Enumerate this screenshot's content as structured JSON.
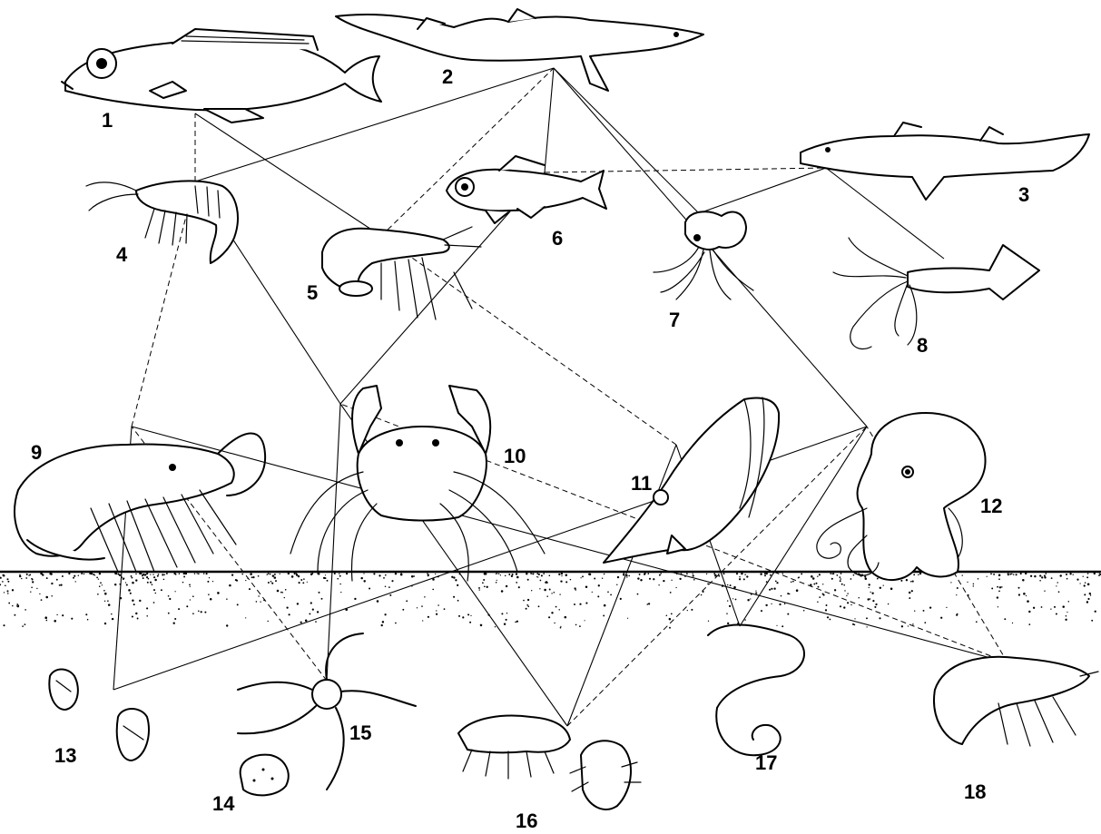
{
  "diagram": {
    "organisms": [
      {
        "id": "1",
        "label": "1",
        "kind": "fish-1"
      },
      {
        "id": "2",
        "label": "2",
        "kind": "shark-2"
      },
      {
        "id": "3",
        "label": "3",
        "kind": "shark-3"
      },
      {
        "id": "4",
        "label": "4",
        "kind": "shrimp-4"
      },
      {
        "id": "5",
        "label": "5",
        "kind": "shrimp-5"
      },
      {
        "id": "6",
        "label": "6",
        "kind": "fish-6"
      },
      {
        "id": "7",
        "label": "7",
        "kind": "squid-7"
      },
      {
        "id": "8",
        "label": "8",
        "kind": "squid-8"
      },
      {
        "id": "9",
        "label": "9",
        "kind": "shrimp-9"
      },
      {
        "id": "10",
        "label": "10",
        "kind": "crab-10"
      },
      {
        "id": "11",
        "label": "11",
        "kind": "fish-11"
      },
      {
        "id": "12",
        "label": "12",
        "kind": "octopus-12"
      },
      {
        "id": "13",
        "label": "13",
        "kind": "bivalve-13"
      },
      {
        "id": "14",
        "label": "14",
        "kind": "sponge-14"
      },
      {
        "id": "15",
        "label": "15",
        "kind": "brittlestar-15"
      },
      {
        "id": "16",
        "label": "16",
        "kind": "amphipod-16"
      },
      {
        "id": "17",
        "label": "17",
        "kind": "worm-17"
      },
      {
        "id": "18",
        "label": "18",
        "kind": "shrimp-18"
      }
    ],
    "links": [
      [
        "4",
        "1"
      ],
      [
        "5",
        "1"
      ],
      [
        "4",
        "2"
      ],
      [
        "5",
        "2"
      ],
      [
        "6",
        "2"
      ],
      [
        "7",
        "2"
      ],
      [
        "6",
        "3"
      ],
      [
        "7",
        "3"
      ],
      [
        "8",
        "3"
      ],
      [
        "9",
        "4"
      ],
      [
        "10",
        "4"
      ],
      [
        "10",
        "6"
      ],
      [
        "11",
        "5"
      ],
      [
        "12",
        "2"
      ],
      [
        "13",
        "9"
      ],
      [
        "15",
        "9"
      ],
      [
        "16",
        "10"
      ],
      [
        "13",
        "12"
      ],
      [
        "16",
        "12"
      ],
      [
        "17",
        "11"
      ],
      [
        "16",
        "11"
      ],
      [
        "18",
        "12"
      ],
      [
        "17",
        "12"
      ],
      [
        "15",
        "10"
      ],
      [
        "18",
        "10"
      ],
      [
        "18",
        "9"
      ]
    ]
  }
}
